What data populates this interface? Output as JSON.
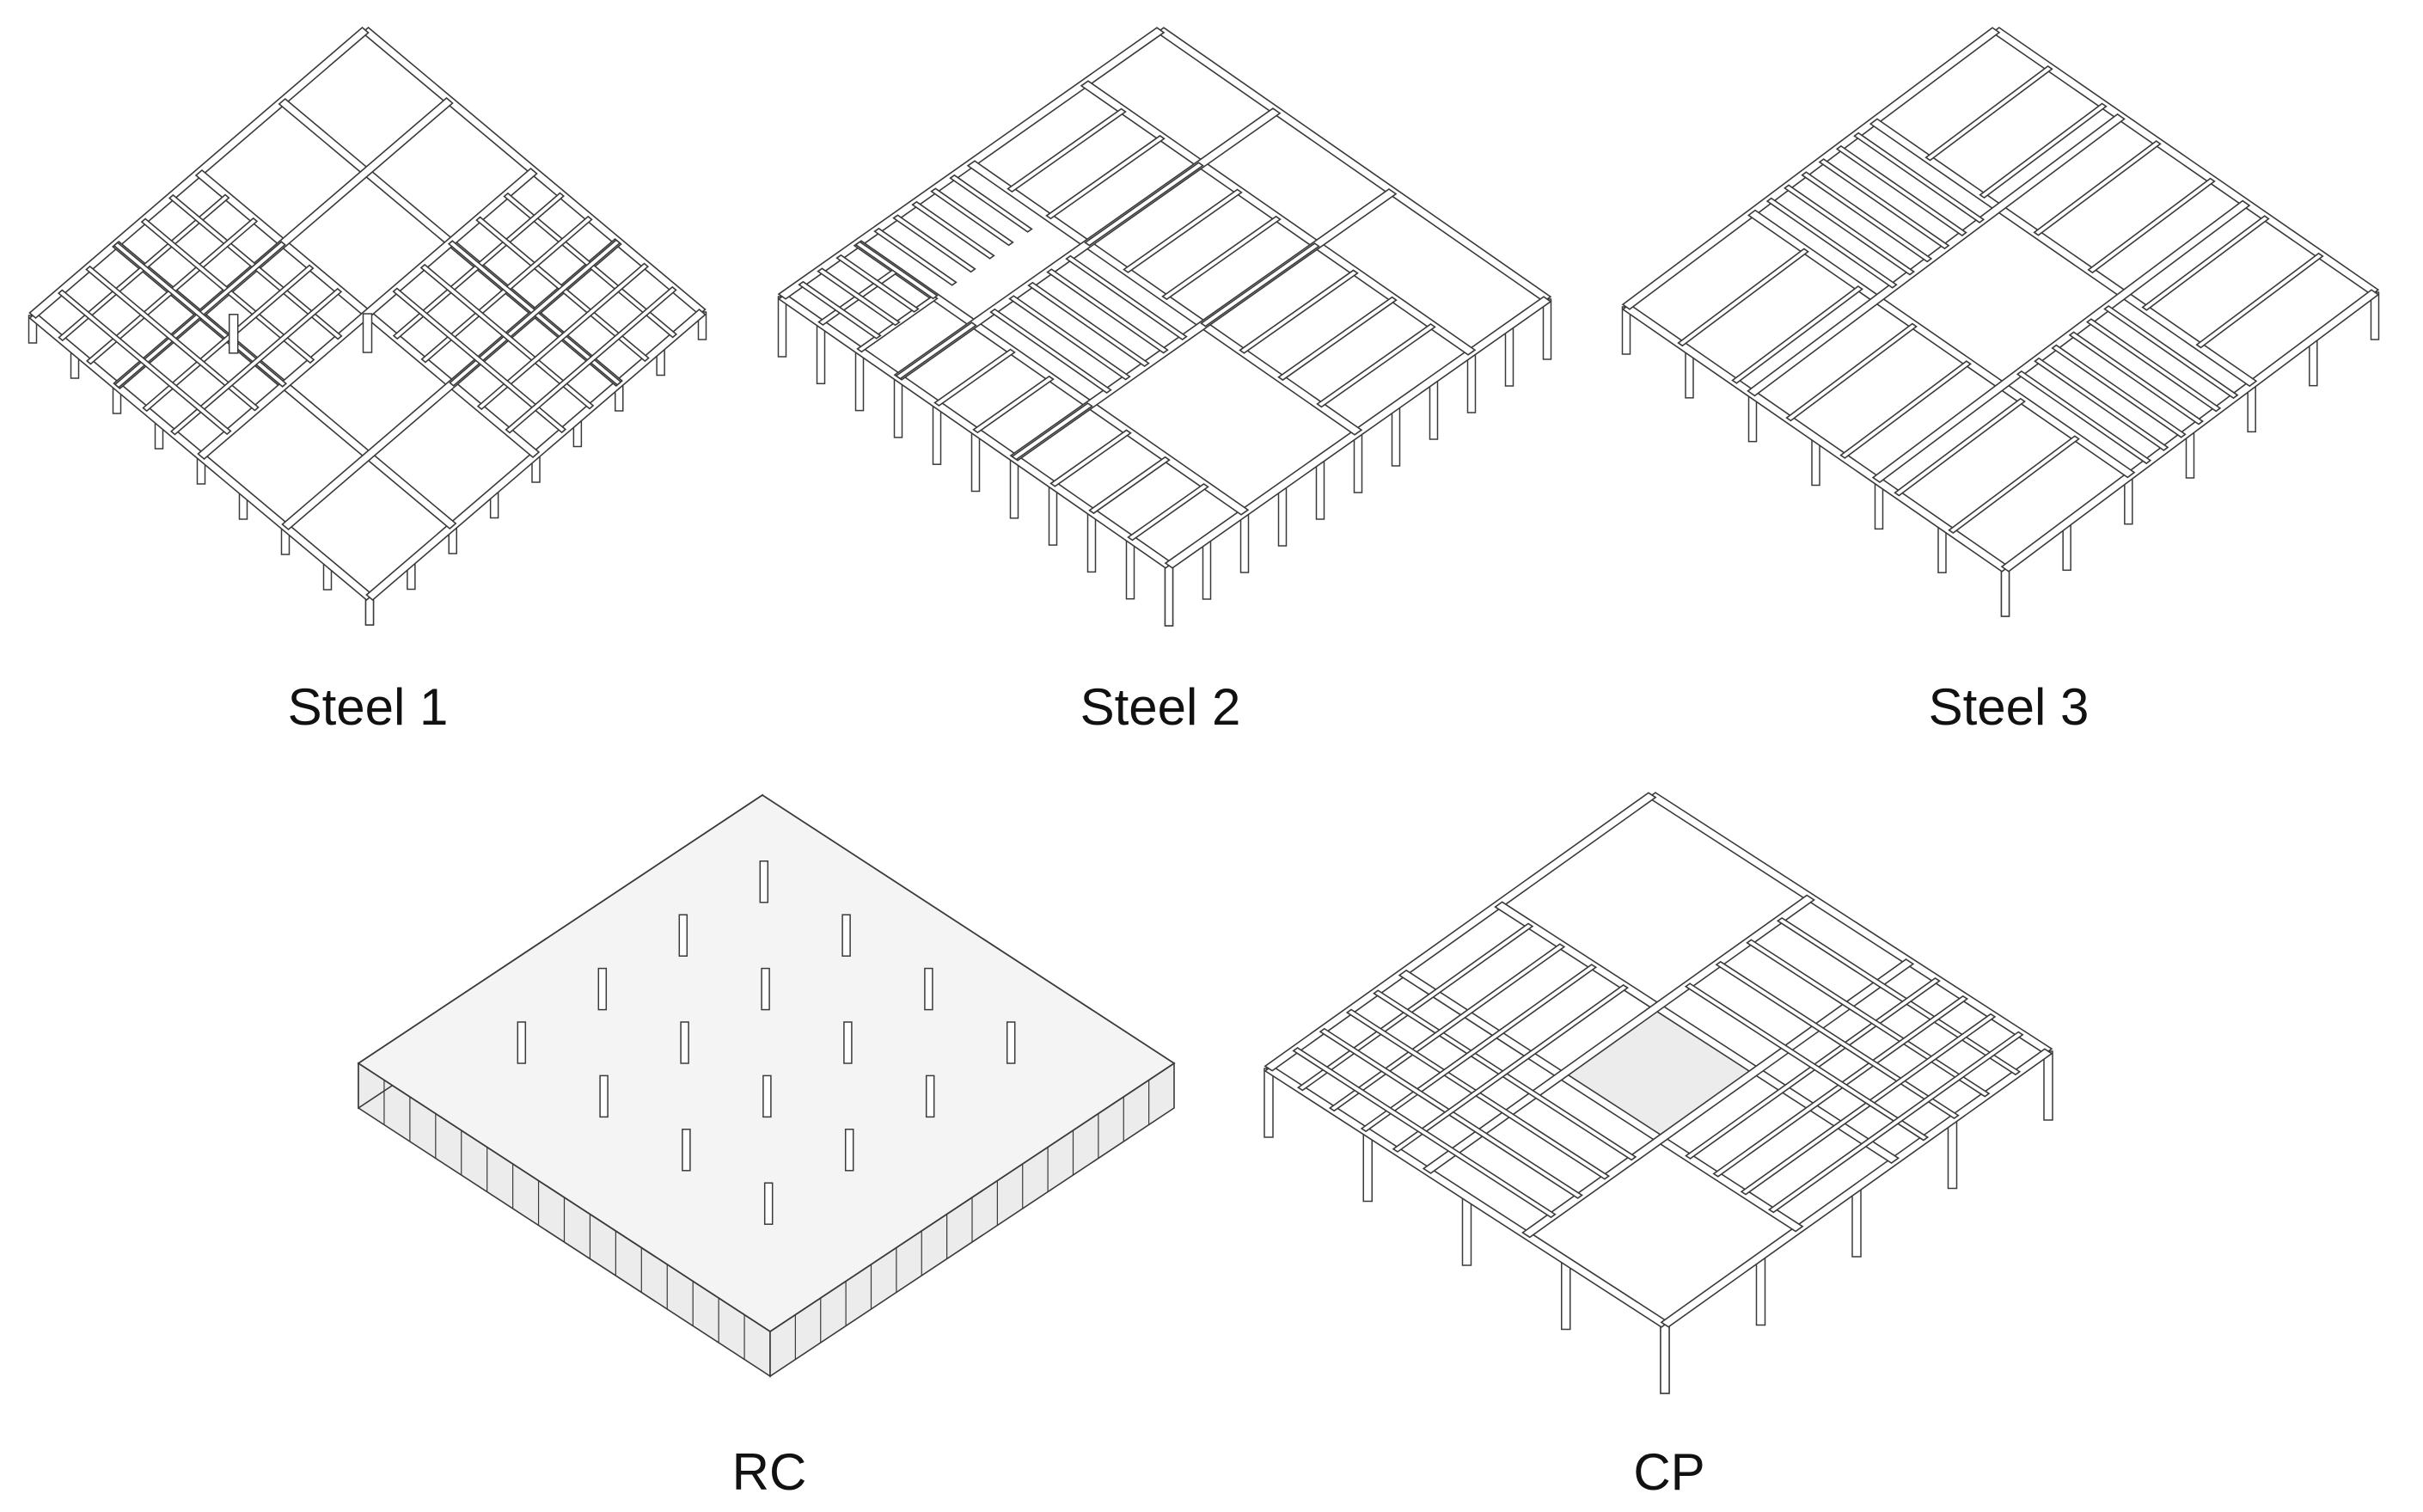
{
  "panels": [
    {
      "id": "steel-1",
      "label": "Steel 1",
      "system": "steel"
    },
    {
      "id": "steel-2",
      "label": "Steel 2",
      "system": "steel"
    },
    {
      "id": "steel-3",
      "label": "Steel 3",
      "system": "steel"
    },
    {
      "id": "rc",
      "label": "RC",
      "system": "reinforced-concrete"
    },
    {
      "id": "cp",
      "label": "CP",
      "system": "composite"
    }
  ],
  "colors": {
    "line": "#3a3a3a",
    "fill": "#ffffff",
    "slab": "#ececec",
    "text": "#111111"
  }
}
